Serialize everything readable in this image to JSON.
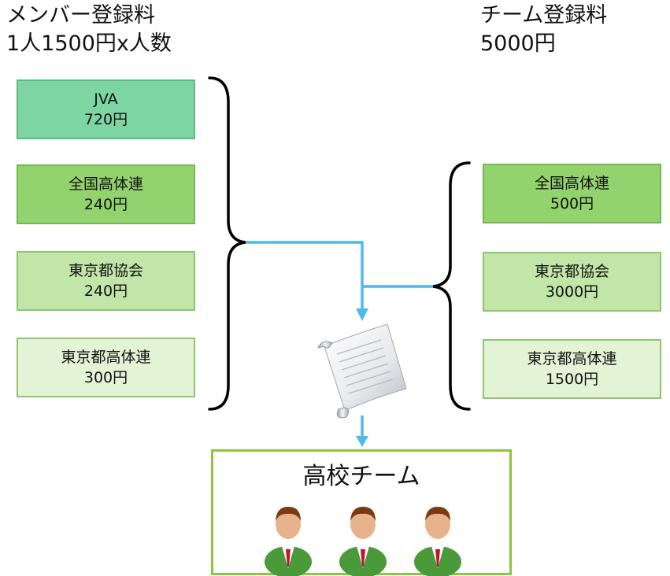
{
  "member_fee": {
    "title": "メンバー登録料",
    "subtitle": "1人1500円x人数",
    "items": [
      {
        "name": "JVA",
        "amount": "720円"
      },
      {
        "name": "全国高体連",
        "amount": "240円"
      },
      {
        "name": "東京都協会",
        "amount": "240円"
      },
      {
        "name": "東京都高体連",
        "amount": "300円"
      }
    ]
  },
  "team_fee": {
    "title": "チーム登録料",
    "subtitle": "5000円",
    "items": [
      {
        "name": "全国高体連",
        "amount": "500円"
      },
      {
        "name": "東京都協会",
        "amount": "3000円"
      },
      {
        "name": "東京都高体連",
        "amount": "1500円"
      }
    ]
  },
  "team_box": {
    "label": "高校チーム"
  },
  "colors": {
    "arrow": "#4fb9ec",
    "team_border": "#8cc63f",
    "jacket": "#4a9a3a",
    "tie": "#c8102e"
  },
  "icons": [
    "document-scroll-icon",
    "person-icon",
    "person-icon",
    "person-icon"
  ]
}
